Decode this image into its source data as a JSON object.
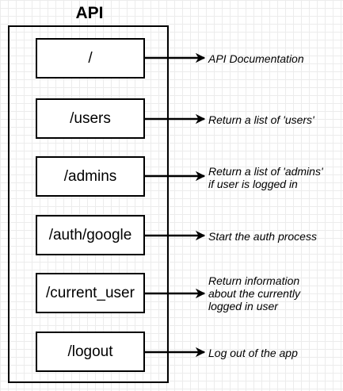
{
  "title": "API",
  "routes": [
    {
      "path": "/",
      "description": "API Documentation"
    },
    {
      "path": "/users",
      "description": "Return a list of 'users'"
    },
    {
      "path": "/admins",
      "description": "Return a list of 'admins'\nif user is logged in"
    },
    {
      "path": "/auth/google",
      "description": "Start the auth process"
    },
    {
      "path": "/current_user",
      "description": "Return information\nabout the currently\nlogged in user"
    },
    {
      "path": "/logout",
      "description": "Log out of the app"
    }
  ]
}
